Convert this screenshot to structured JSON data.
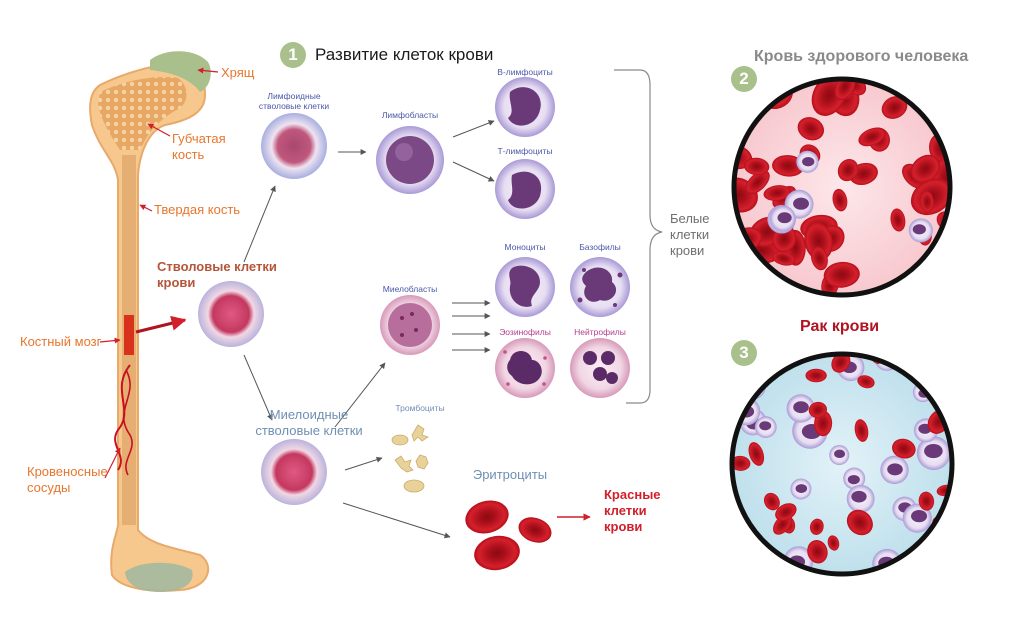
{
  "headings": {
    "development": "Развитие клеток крови",
    "healthy": "Кровь здорового человека",
    "cancer": "Рак крови"
  },
  "badges": {
    "b1": "1",
    "b2": "2",
    "b3": "3"
  },
  "bone_labels": {
    "cartilage": "Хрящ",
    "spongy_1": "Губчатая",
    "spongy_2": "кость",
    "hard": "Твердая кость",
    "marrow": "Костный мозг",
    "vessels_1": "Кровеносные",
    "vessels_2": "сосуды"
  },
  "cells": {
    "stem_1": "Стволовые клетки",
    "stem_2": "крови",
    "lymphoid_1": "Лимфоидные",
    "lymphoid_2": "стволовые клетки",
    "myeloid_1": "Миелоидные",
    "myeloid_2": "стволовые клетки",
    "lymphoblasts": "Лимфобласты",
    "b_lymph": "В-лимфоциты",
    "t_lymph": "Т-лимфоциты",
    "myeloblasts": "Миелобласты",
    "monocytes": "Моноциты",
    "basophils": "Базофилы",
    "eosinophils": "Эозинофилы",
    "neutrophils": "Нейтрофилы",
    "platelets": "Тромбоциты",
    "erythrocytes": "Эритроциты"
  },
  "groups": {
    "white_1": "Белые",
    "white_2": "клетки",
    "white_3": "крови",
    "red_1": "Красные",
    "red_2": "клетки",
    "red_3": "крови"
  },
  "colors": {
    "bone": "#f6c88e",
    "bone_edge": "#e9a96a",
    "cartilage": "#a9c08c",
    "red_cell": "#c8101e",
    "wbc_purple": "#6a3a78",
    "stem_pink": "#c4385f",
    "arrow": "#555555"
  }
}
